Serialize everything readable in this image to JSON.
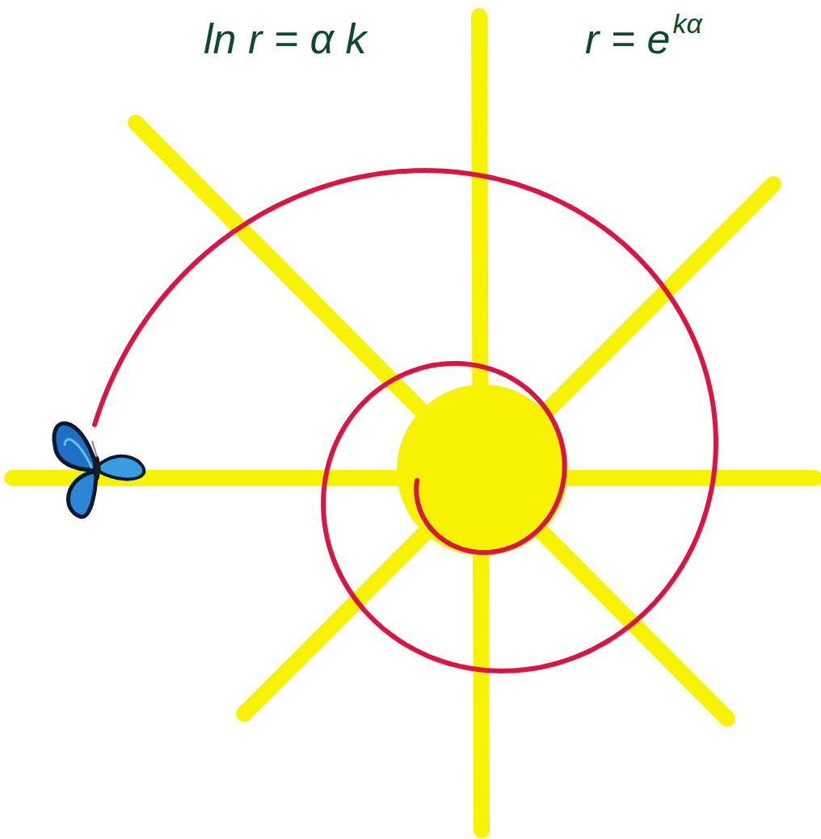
{
  "diagram": {
    "labels": [
      "ln r = α k",
      "r = e",
      "kα"
    ]
  }
}
